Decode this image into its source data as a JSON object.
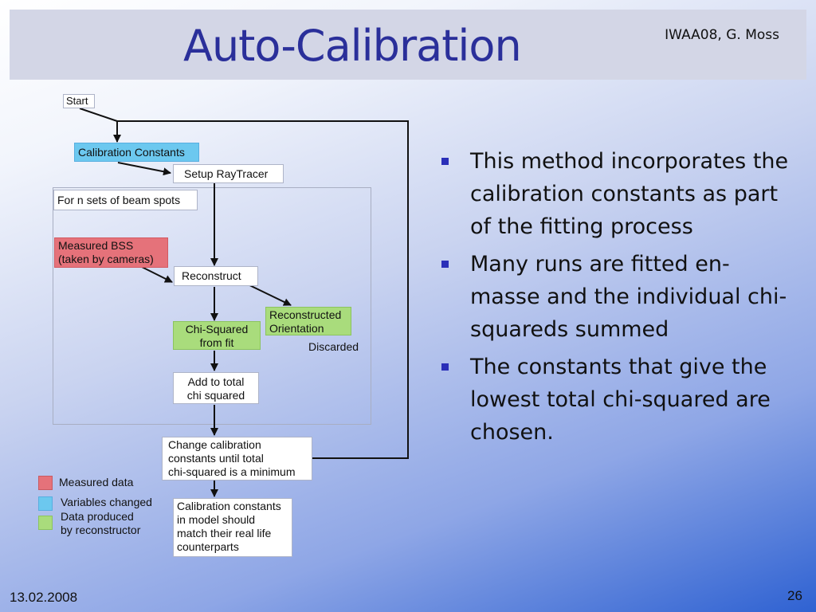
{
  "header": {
    "title": "Auto-Calibration",
    "author": "IWAA08,  G. Moss"
  },
  "flowchart": {
    "start": "Start",
    "calibration_constants": "Calibration Constants",
    "setup_raytracer": "Setup RayTracer",
    "loop_label": "For n sets of beam spots",
    "measured_bss": [
      "Measured BSS",
      "(taken by cameras)"
    ],
    "reconstruct": "Reconstruct",
    "reconstructed_orientation": [
      "Reconstructed",
      "Orientation"
    ],
    "chi_squared": [
      "Chi-Squared",
      "from fit"
    ],
    "discarded": "Discarded",
    "add_total": [
      "Add to total",
      "chi squared"
    ],
    "change_calibration": [
      "Change calibration",
      "constants until total",
      "chi-squared is a minimum"
    ],
    "calibration_match": [
      "Calibration constants",
      "in model should",
      "match their real life",
      "counterparts"
    ]
  },
  "legend": {
    "measured": "Measured data",
    "variables": "Variables changed",
    "produced": [
      "Data produced",
      "by reconstructor"
    ]
  },
  "colors": {
    "measured": "#e5727a",
    "variables": "#6cc8ef",
    "produced": "#a9dc7c",
    "title": "#2a2f9a"
  },
  "bullets": [
    "This method incorporates the calibration constants as part of the fitting process",
    "Many runs are fitted en-masse and the individual chi-squareds summed",
    "The constants that give the lowest total chi-squared are chosen."
  ],
  "footer": {
    "date": "13.02.2008",
    "page": "26"
  }
}
